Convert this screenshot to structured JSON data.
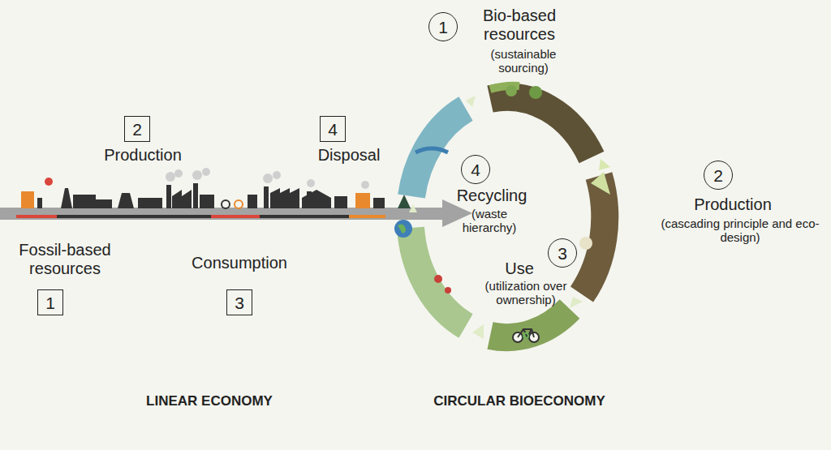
{
  "diagram": {
    "nodes": [
      {
        "text": [
          "1"
        ]
      },
      {
        "text": [
          "2"
        ]
      },
      {
        "text": [
          "4"
        ]
      },
      {
        "text": [
          "4"
        ]
      },
      {
        "text": [
          "2"
        ]
      },
      {
        "text": [
          "3"
        ]
      },
      {
        "text": [
          "1"
        ]
      },
      {
        "text": [
          "3"
        ]
      }
    ],
    "labels": [
      "Bio-based resources",
      "(sustainable sourcing)",
      "Production",
      "Disposal",
      "Recycling",
      "(waste hierarchy)",
      "Production",
      "(cascading principle and eco-design)",
      "Fossil-based resources",
      "Consumption",
      "Use",
      "(utilization over ownership)",
      "LINEAR ECONOMY",
      "CIRCULAR BIOECONOMY"
    ]
  }
}
